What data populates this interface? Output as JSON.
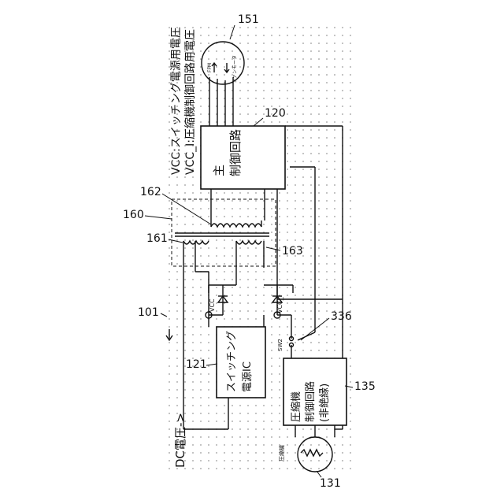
{
  "labels": {
    "l151": "151",
    "l120": "120",
    "l162": "162",
    "l160": "160",
    "l161": "161",
    "l163": "163",
    "l101": "101",
    "l336": "336",
    "l121": "121",
    "l135": "135",
    "l131": "131"
  },
  "legend": {
    "vcc": "VCC:スイッチング電源用電圧",
    "vcc_i": "VCC_I:圧縮機制御回路用電圧"
  },
  "main_circuit": {
    "line1": "主",
    "line2": "制御回路"
  },
  "switching_ic": {
    "line1": "スイッチング",
    "line2": "電源IC"
  },
  "compressor_ctrl": {
    "line1": "圧縮機",
    "line2": "制御回路",
    "line3": "(非絶縁)"
  },
  "dc_input": "DC電圧->",
  "fan_motor": {
    "code": "FFM",
    "name": "ファンモータ"
  },
  "compressor_label": "圧縮機",
  "switch_label": "SW2",
  "node_vcc": "VCC",
  "node_vcc_i": "VCC_I"
}
